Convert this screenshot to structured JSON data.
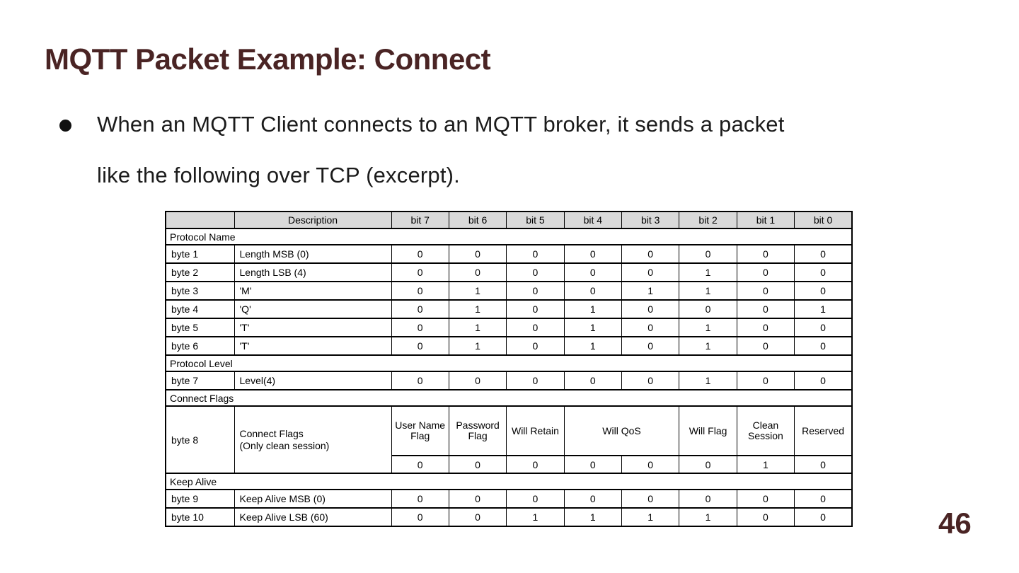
{
  "title": {
    "text": "MQTT Packet Example: Connect"
  },
  "bullet": {
    "lines": [
      "When an MQTT Client connects to an MQTT broker, it sends a packet",
      "like the following over TCP (excerpt)."
    ]
  },
  "page_number": "46",
  "colors": {
    "accent": "#4a2424",
    "table_header_bg": "#d9d9d9",
    "table_border": "#000000",
    "bullet_dot": "#111111"
  },
  "table": {
    "headers": [
      "",
      "Description",
      "bit 7",
      "bit 6",
      "bit 5",
      "bit 4",
      "bit 3",
      "bit 2",
      "bit 1",
      "bit 0"
    ],
    "rows": [
      {
        "type": "section",
        "label": "Protocol Name"
      },
      {
        "type": "data",
        "byte": "byte 1",
        "desc": "Length MSB (0)",
        "bits": [
          "0",
          "0",
          "0",
          "0",
          "0",
          "0",
          "0",
          "0"
        ]
      },
      {
        "type": "data",
        "byte": "byte 2",
        "desc": "Length LSB (4)",
        "bits": [
          "0",
          "0",
          "0",
          "0",
          "0",
          "1",
          "0",
          "0"
        ]
      },
      {
        "type": "data",
        "byte": "byte 3",
        "desc": "'M'",
        "bits": [
          "0",
          "1",
          "0",
          "0",
          "1",
          "1",
          "0",
          "0"
        ]
      },
      {
        "type": "data",
        "byte": "byte 4",
        "desc": "'Q'",
        "bits": [
          "0",
          "1",
          "0",
          "1",
          "0",
          "0",
          "0",
          "1"
        ]
      },
      {
        "type": "data",
        "byte": "byte 5",
        "desc": "'T'",
        "bits": [
          "0",
          "1",
          "0",
          "1",
          "0",
          "1",
          "0",
          "0"
        ]
      },
      {
        "type": "data",
        "byte": "byte 6",
        "desc": "'T'",
        "bits": [
          "0",
          "1",
          "0",
          "1",
          "0",
          "1",
          "0",
          "0"
        ]
      },
      {
        "type": "section",
        "label": "Protocol Level"
      },
      {
        "type": "data",
        "byte": "byte 7",
        "desc": "Level(4)",
        "bits": [
          "0",
          "0",
          "0",
          "0",
          "0",
          "1",
          "0",
          "0"
        ]
      },
      {
        "type": "section",
        "label": "Connect Flags"
      },
      {
        "type": "flags",
        "byte": "byte 8",
        "desc_lines": [
          "Connect Flags",
          "(Only clean session)"
        ],
        "flag_labels": [
          {
            "label": "User Name Flag",
            "span": 1
          },
          {
            "label": "Password Flag",
            "span": 1
          },
          {
            "label": "Will Retain",
            "span": 1
          },
          {
            "label": "Will QoS",
            "span": 2
          },
          {
            "label": "Will Flag",
            "span": 1
          },
          {
            "label": "Clean Session",
            "span": 1
          },
          {
            "label": "Reserved",
            "span": 1
          }
        ],
        "bits": [
          "0",
          "0",
          "0",
          "0",
          "0",
          "0",
          "1",
          "0"
        ]
      },
      {
        "type": "section",
        "label": "Keep Alive"
      },
      {
        "type": "data",
        "byte": "byte 9",
        "desc": "Keep Alive MSB (0)",
        "bits": [
          "0",
          "0",
          "0",
          "0",
          "0",
          "0",
          "0",
          "0"
        ]
      },
      {
        "type": "data",
        "byte": "byte 10",
        "desc": "Keep Alive LSB (60)",
        "bits": [
          "0",
          "0",
          "1",
          "1",
          "1",
          "1",
          "0",
          "0"
        ]
      }
    ]
  }
}
